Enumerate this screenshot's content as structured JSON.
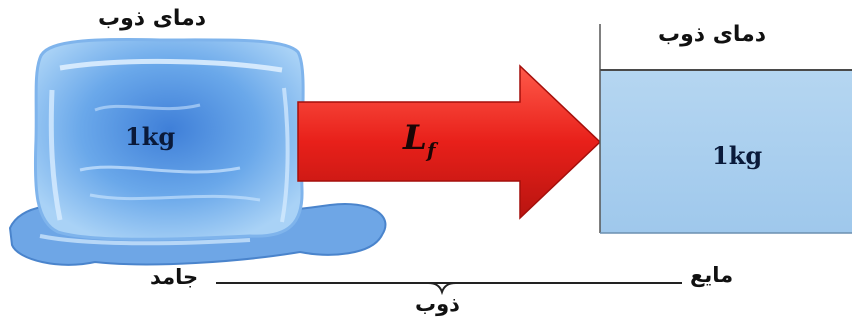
{
  "labels": {
    "left_title": "دمای ذوب",
    "right_title": "دمای ذوب",
    "left_mass": "1kg",
    "right_mass": "1kg",
    "arrow_symbol": "L",
    "arrow_subscript": "f",
    "solid": "جامد",
    "liquid": "مایع",
    "melting": "ذوب"
  },
  "colors": {
    "ice": "#8fc3f0",
    "water": "#a9cfee",
    "arrow": "#e8201a"
  },
  "icons": {
    "ice_block": "ice-cube-icon",
    "arrow": "right-arrow-icon"
  }
}
